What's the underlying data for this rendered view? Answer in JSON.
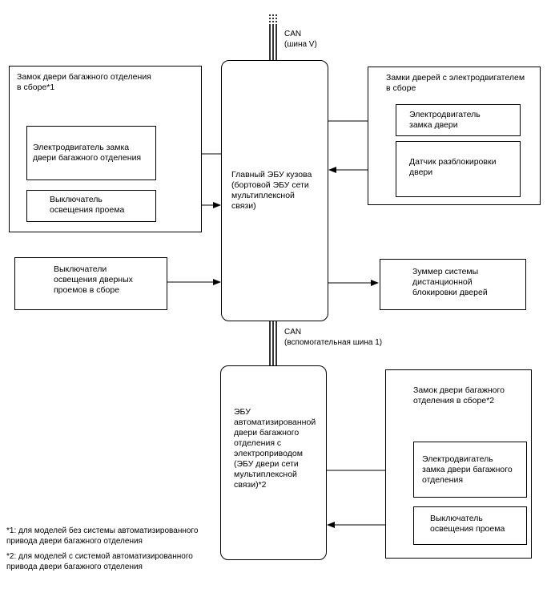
{
  "diagram": {
    "can_top_label": "CAN\n(шина V)",
    "can_mid_label": "CAN\n(вспомогательная шина 1)",
    "group_trunk_lock_1": {
      "title": "Замок двери багажного отделения\nв сборе*1",
      "motor": "Электродвигатель замка\nдвери багажного отделения",
      "courtesy_switch": "Выключатель\nосвещения проема"
    },
    "courtesy_switches_assy": "Выключатели\nосвещения дверных\nпроемов в сборе",
    "main_ecu": "Главный ЭБУ кузова\n(бортовой ЭБУ сети\nмультиплексной\nсвязи)",
    "group_door_locks": {
      "title": "Замки дверей с электродвигателем\nв сборе",
      "motor": "Электродвигатель\nзамка двери",
      "unlock_sensor": "Датчик разблокировки\nдвери"
    },
    "buzzer": "Зуммер системы\nдистанционной\nблокировки дверей",
    "power_door_ecu": "ЭБУ\nавтоматизированной\nдвери багажного\nотделения с\nэлектроприводом\n(ЭБУ двери сети\nмультиплексной\nсвязи)*2",
    "group_trunk_lock_2": {
      "title": "Замок двери багажного\nотделения в сборе*2",
      "motor": "Электродвигатель\nзамка двери багажного\nотделения",
      "courtesy_switch": "Выключатель\nосвещения проема"
    },
    "footnotes": [
      "*1: для моделей без системы автоматизированного\nпривода двери багажного отделения",
      "*2: для моделей с системой автоматизированного\nпривода двери багажного отделения"
    ]
  },
  "colors": {
    "line": "#000000",
    "background": "#ffffff"
  }
}
